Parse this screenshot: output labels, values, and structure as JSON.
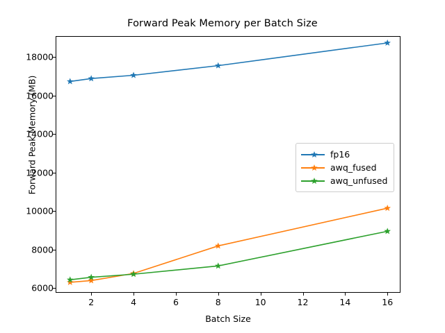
{
  "chart_data": {
    "type": "line",
    "title": "Forward Peak Memory per Batch Size",
    "xlabel": "Batch Size",
    "ylabel": "Forward Peak Memory (MB)",
    "x": [
      1,
      2,
      4,
      8,
      16
    ],
    "xlim": [
      0.35,
      16.65
    ],
    "ylim": [
      5720,
      19050
    ],
    "xticks": [
      2,
      4,
      6,
      8,
      10,
      12,
      14,
      16
    ],
    "xtick_labels": [
      "2",
      "4",
      "6",
      "8",
      "10",
      "12",
      "14",
      "16"
    ],
    "yticks": [
      6000,
      8000,
      10000,
      12000,
      14000,
      16000,
      18000
    ],
    "ytick_labels": [
      "6000",
      "8000",
      "10000",
      "12000",
      "14000",
      "16000",
      "18000"
    ],
    "grid": false,
    "marker": "star",
    "legend_position": "center-right",
    "series": [
      {
        "name": "fp16",
        "color": "#1f77b4",
        "values": [
          16730,
          16880,
          17050,
          17550,
          18730
        ]
      },
      {
        "name": "awq_fused",
        "color": "#ff7f0e",
        "values": [
          6300,
          6390,
          6760,
          8190,
          10150
        ]
      },
      {
        "name": "awq_unfused",
        "color": "#2ca02c",
        "values": [
          6430,
          6560,
          6720,
          7150,
          8950
        ]
      }
    ]
  }
}
